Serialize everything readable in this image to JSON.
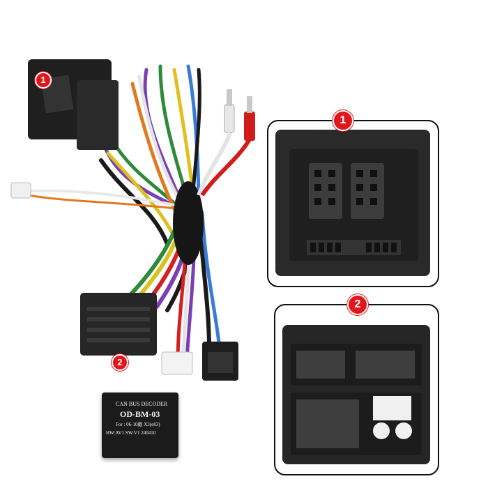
{
  "badges": {
    "harness_connector_1": "1",
    "harness_connector_2": "2",
    "panel_1": "1",
    "panel_2": "2"
  },
  "decoder": {
    "line1": "CAN BUS DECODER",
    "line2": "OD-BM-03",
    "line3": "For : 06-10款 X3(e83)",
    "line4": "HW:AV1  SW:V1  240410"
  },
  "colors": {
    "badge_red": "#e0161b",
    "connector_black": "#222222",
    "panel_border": "#111111"
  }
}
